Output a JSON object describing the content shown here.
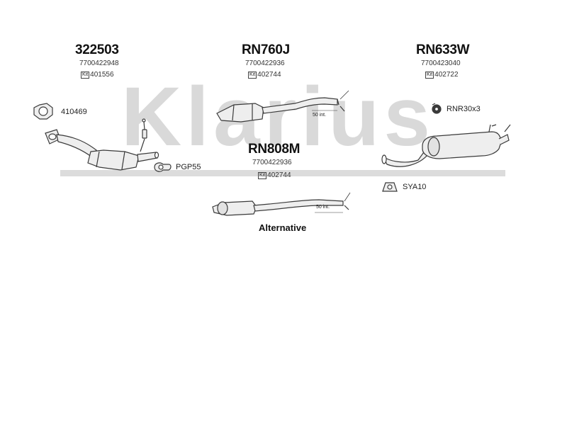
{
  "watermark": "Klarius",
  "parts": {
    "front_pipe": {
      "number": "322503",
      "oem": "7700422948",
      "kit_badge": "Kit",
      "kit": "401556"
    },
    "catalyst": {
      "number": "RN760J",
      "oem": "7700422936",
      "kit_badge": "Kit",
      "kit": "402744"
    },
    "rear_silencer": {
      "number": "RN633W",
      "oem": "7700423040",
      "kit_badge": "Kit",
      "kit": "402722"
    },
    "alternative": {
      "number": "RN808M",
      "oem": "7700422936",
      "kit_badge": "Kit",
      "kit": "402744",
      "label": "Alternative"
    }
  },
  "accessories": {
    "gasket": "410469",
    "clamp": "PGP55",
    "rubber_mounts": "RNR30x3",
    "hanger": "SYA10"
  },
  "insertion_notes": {
    "catalyst": "50 int.",
    "alternative": "50 int."
  },
  "colors": {
    "watermark": "#d9d9d9",
    "part_fill": "#eeeeee",
    "part_stroke": "#3a3a3a"
  }
}
